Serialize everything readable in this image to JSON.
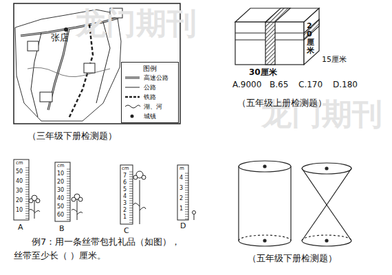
{
  "diagram": {
    "nodes": [
      {
        "text": [
          "图例"
        ]
      }
    ],
    "labels": [
      "张店",
      "（三年级下册检测题）",
      "30厘米",
      "20厘米",
      "15厘米",
      "A.9000",
      "B.65",
      "C.170",
      "D.180",
      "（五年级上册检测题）",
      "cm",
      "50",
      "40",
      "30",
      "20",
      "10",
      "cm",
      "10",
      "20",
      "30",
      "40",
      "50",
      "60",
      "cm",
      "7",
      "6",
      "5",
      "4",
      "3",
      "2",
      "1",
      "m",
      "4",
      "3",
      "2",
      "1",
      "A",
      "B",
      "C",
      "D",
      "例7：用一条丝带包扎礼品（如图），丝带至少长（ ）厘米。",
      "（五年级下册检测题）",
      "龙门期刊",
      "龙门期刊"
    ],
    "legend": [
      {
        "text": "高速公路"
      },
      {
        "text": "公路"
      },
      {
        "text": "铁路"
      },
      {
        "text": "湖、河"
      },
      {
        "text": "城镇"
      }
    ]
  }
}
